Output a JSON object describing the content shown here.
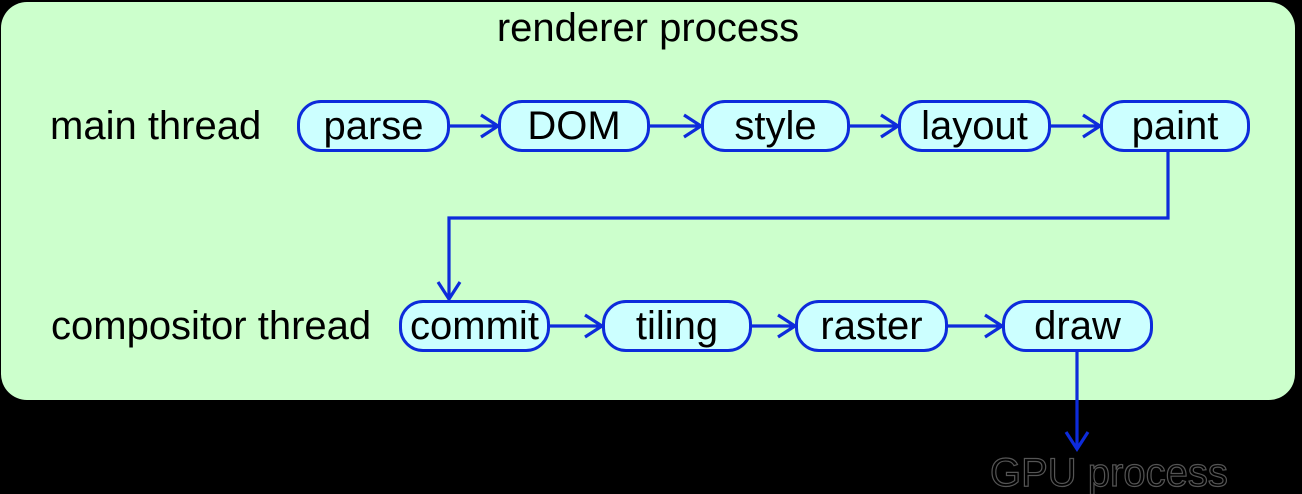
{
  "diagram": {
    "title": "renderer process",
    "rows": [
      {
        "label": "main thread",
        "nodes": [
          {
            "label": "parse"
          },
          {
            "label": "DOM"
          },
          {
            "label": "style"
          },
          {
            "label": "layout"
          },
          {
            "label": "paint"
          }
        ]
      },
      {
        "label": "compositor thread",
        "nodes": [
          {
            "label": "commit"
          },
          {
            "label": "tiling"
          },
          {
            "label": "raster"
          },
          {
            "label": "draw"
          }
        ]
      }
    ],
    "external_label": "GPU process"
  },
  "colors": {
    "background": "#000000",
    "panel": "#ccffcc",
    "node-fill": "#ccffff",
    "line": "#0d2bdb",
    "text": "#000000",
    "gpu-outline": "#555555"
  }
}
